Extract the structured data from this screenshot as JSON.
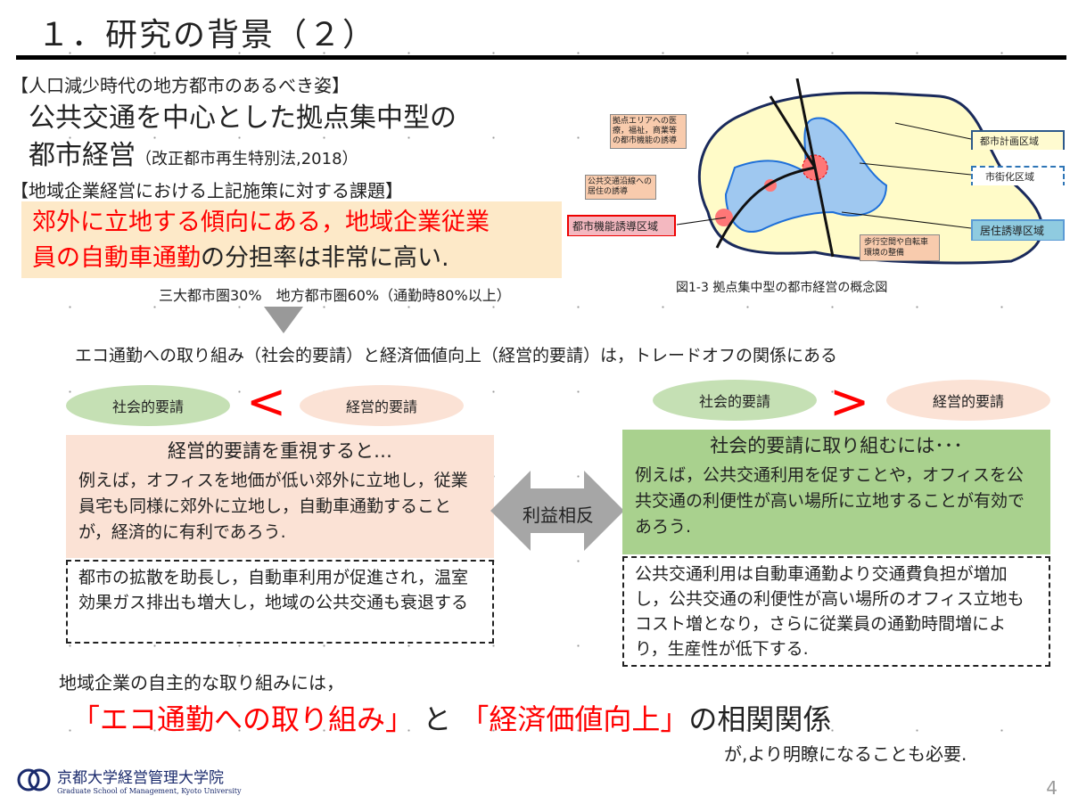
{
  "title": "１．研究の背景（２）",
  "section1_heading": "【人口減少時代の地方都市のあるべき姿】",
  "main_statement_line1": "公共交通を中心とした拠点集中型の",
  "main_statement_line2": "都市経営",
  "main_statement_note": "（改正都市再生特別法,2018）",
  "section2_heading": "【地域企業経営における上記施策に対する課題】",
  "issue": {
    "red1": "郊外に立地する傾向にある，地域企業従業",
    "red2": "員の自動車通勤",
    "rest": "の分担率は非常に高い."
  },
  "stats": "三大都市圏30%　地方都市圏60%（通勤時80%以上）",
  "tradeoff": "エコ通勤への取り組み（社会的要請）と経済価値向上（経営的要請）は，トレードオフの関係にある",
  "left": {
    "social": "社会的要請",
    "business": "経営的要請",
    "symbol": "<",
    "heading": "経営的要請を重視すると…",
    "body": "例えば，オフィスを地価が低い郊外に立地し，従業員宅も同様に郊外に立地し，自動車通勤することが，経済的に有利であろう.",
    "consequence": "都市の拡散を助長し，自動車利用が促進され，温室効果ガス排出も増大し，地域の公共交通も衰退する"
  },
  "arrow_label": "利益相反",
  "right": {
    "social": "社会的要請",
    "business": "経営的要請",
    "symbol": ">",
    "heading": "社会的要請に取り組むには･･･",
    "body": "例えば，公共交通利用を促すことや，オフィスを公共交通の利便性が高い場所に立地することが有効であろう.",
    "consequence": "公共交通利用は自動車通勤より交通費負担が増加し，公共交通の利便性が高い場所のオフィス立地もコスト増となり，さらに従業員の通勤時間増により，生産性が低下する."
  },
  "figure": {
    "caption": "図1-3 拠点集中型の都市経営の概念図",
    "labels": {
      "hub": "拠点エリアへの医療，福祉，商業等の都市機能の誘導",
      "transit": "公共交通沿線への居住の誘導",
      "urban_func": "都市機能誘導区域",
      "planning": "都市計画区域",
      "urbanization": "市街化区域",
      "residence": "居住誘導区域",
      "walk": "歩行空間や自転車環境の整備"
    }
  },
  "conclusion": {
    "line1": "地域企業の自主的な取り組みには，",
    "eco": "「エコ通勤への取り組み」",
    "and": "と",
    "econ": "「経済価値向上」",
    "rest": "の相関関係",
    "line3": "が,より明瞭になることも必要."
  },
  "logo": {
    "jp": "京都大学経営管理大学院",
    "en": "Graduate School of Management, Kyoto University"
  },
  "page_number": "4"
}
